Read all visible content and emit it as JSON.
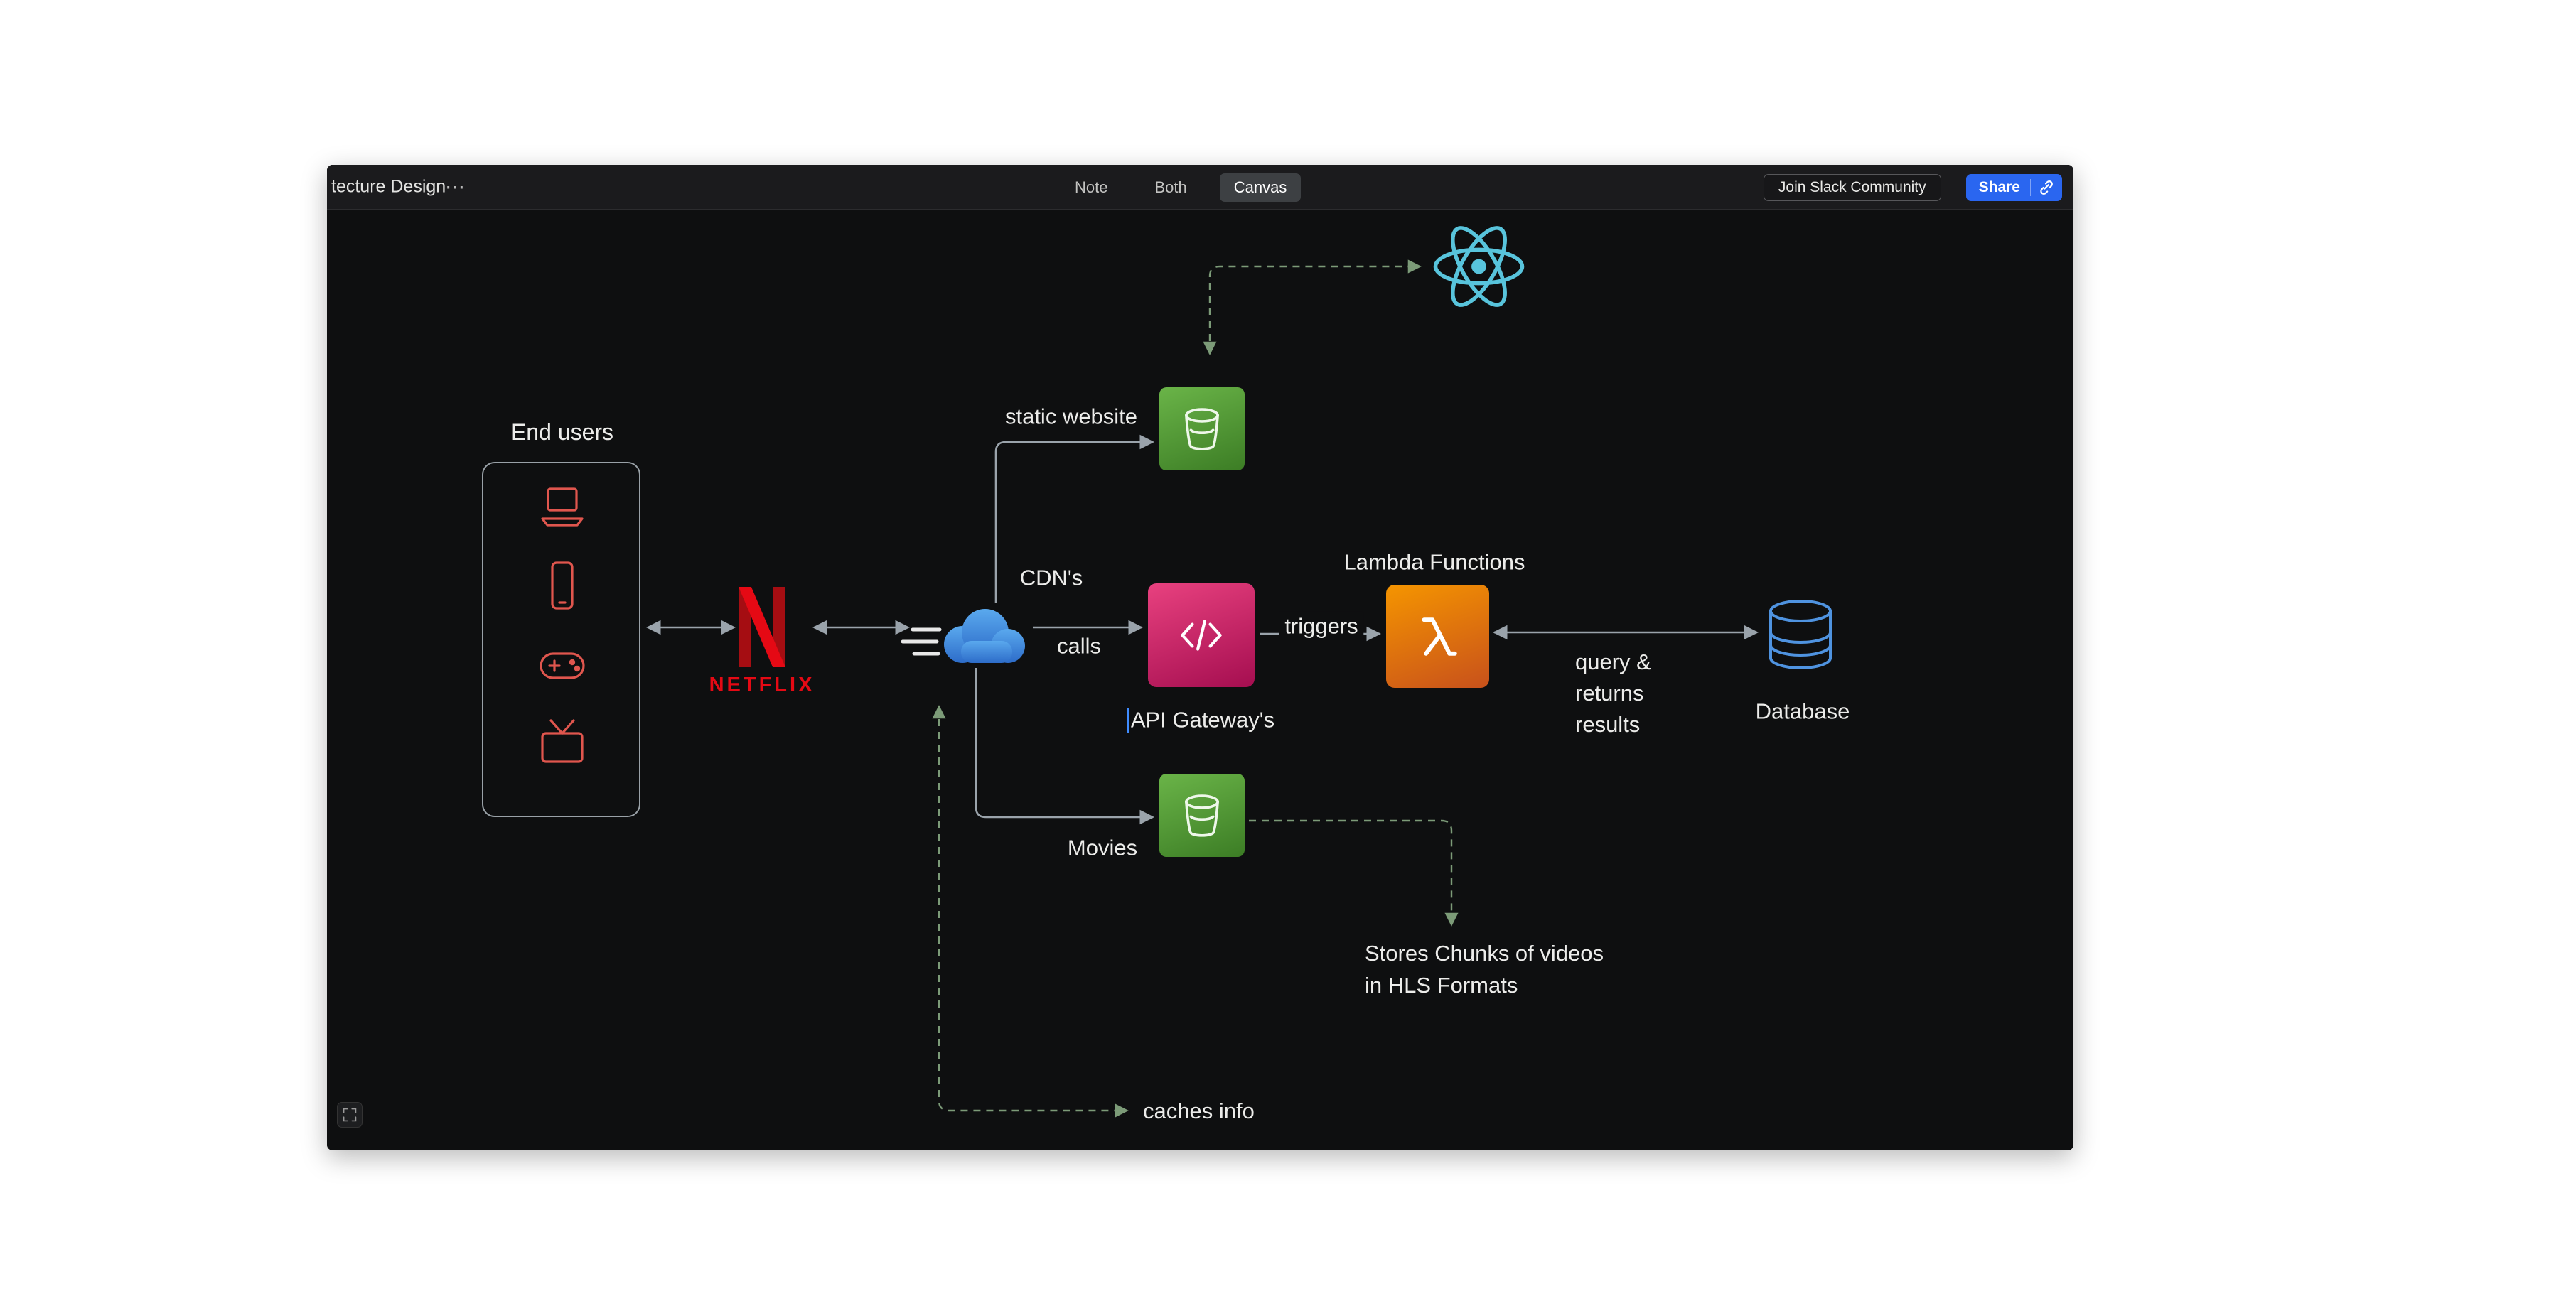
{
  "window": {
    "title": "tecture Design",
    "more_menu": "⋯",
    "view_toggle": {
      "note": "Note",
      "both": "Both",
      "canvas": "Canvas"
    },
    "actions": {
      "join_slack": "Join Slack Community",
      "share": "Share"
    }
  },
  "diagram": {
    "end_users_label": "End users",
    "netflix_brand": "NETFLIX",
    "cdn_label": "CDN's",
    "static_website_label": "static website",
    "calls_label": "calls",
    "api_gateway_label": "API Gateway's",
    "triggers_label": "triggers",
    "lambda_label": "Lambda Functions",
    "query_line1": "query &",
    "query_line2": "returns",
    "query_line3": "results",
    "database_label": "Database",
    "movies_label": "Movies",
    "stores_line1": "Stores Chunks of videos",
    "stores_line2": "in HLS Formats",
    "caches_label": "caches info"
  },
  "colors": {
    "netflix_red": "#e50914",
    "device_icon_red": "#e0564e",
    "s3_green": "#4f9a36",
    "api_gateway_pink": "#cf2a6e",
    "lambda_orange": "#e57a16",
    "cloud_blue": "#3f86dc",
    "react_cyan": "#58c4dc",
    "database_blue": "#4f93e0",
    "share_button_blue": "#2a66f0",
    "connector_gray": "#9aa3ab",
    "connector_dashed_green": "#7c9b78",
    "canvas_background": "#0e0f10"
  }
}
